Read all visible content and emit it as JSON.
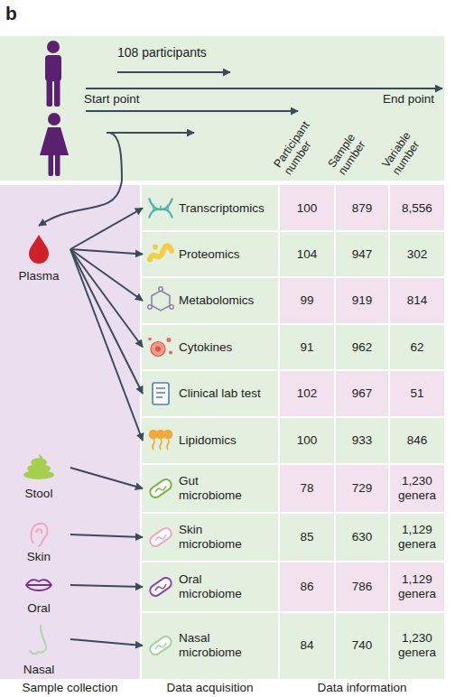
{
  "diagram": {
    "nodes": [
      {
        "text": [
          "108 participants",
          "Start point",
          "End point"
        ]
      },
      {
        "text": [
          "Sample collection"
        ]
      },
      {
        "text": [
          "Data acquisition"
        ]
      },
      {
        "text": [
          "Data information"
        ]
      },
      {
        "text": [
          "Plasma"
        ],
        "in": 1
      },
      {
        "text": [
          "Transcriptomics"
        ],
        "in": 2
      },
      {
        "text": [
          "Proteomics"
        ],
        "in": 2
      },
      {
        "text": [
          "Metabolomics"
        ],
        "in": 2
      },
      {
        "text": [
          "Cytokines"
        ],
        "in": 2
      },
      {
        "text": [
          "Clinical lab test"
        ],
        "in": 2
      },
      {
        "text": [
          "Lipidomics"
        ],
        "in": 2
      },
      {
        "text": [
          "Stool"
        ],
        "in": 1
      },
      {
        "text": [
          "Gut microbiome"
        ],
        "in": 2
      },
      {
        "text": [
          "Skin"
        ],
        "in": 1
      },
      {
        "text": [
          "Skin microbiome"
        ],
        "in": 2
      },
      {
        "text": [
          "Oral"
        ],
        "in": 1
      },
      {
        "text": [
          "Oral microbiome"
        ],
        "in": 2
      },
      {
        "text": [
          "Nasal"
        ],
        "in": 1
      },
      {
        "text": [
          "Nasal microbiome"
        ],
        "in": 2
      }
    ],
    "edges": [
      {
        "from": 0,
        "to": 4,
        "arrow": "to"
      },
      {
        "from": 4,
        "to": 5,
        "arrow": "to"
      },
      {
        "from": 4,
        "to": 6,
        "arrow": "to"
      },
      {
        "from": 4,
        "to": 7,
        "arrow": "to"
      },
      {
        "from": 4,
        "to": 8,
        "arrow": "to"
      },
      {
        "from": 4,
        "to": 9,
        "arrow": "to"
      },
      {
        "from": 4,
        "to": 10,
        "arrow": "to"
      },
      {
        "from": 11,
        "to": 12,
        "arrow": "to"
      },
      {
        "from": 13,
        "to": 14,
        "arrow": "to"
      },
      {
        "from": 15,
        "to": 16,
        "arrow": "to"
      },
      {
        "from": 17,
        "to": 18,
        "arrow": "to"
      }
    ],
    "labels": [
      "b",
      "Participant number",
      "Sample number",
      "Variable number",
      "100",
      "879",
      "8,556",
      "104",
      "947",
      "302",
      "99",
      "919",
      "814",
      "91",
      "962",
      "62",
      "102",
      "967",
      "51",
      "100",
      "933",
      "846",
      "78",
      "729",
      "1,230 genera",
      "85",
      "630",
      "1,129 genera",
      "86",
      "786",
      "1,129 genera",
      "84",
      "740",
      "1,230 genera"
    ]
  }
}
